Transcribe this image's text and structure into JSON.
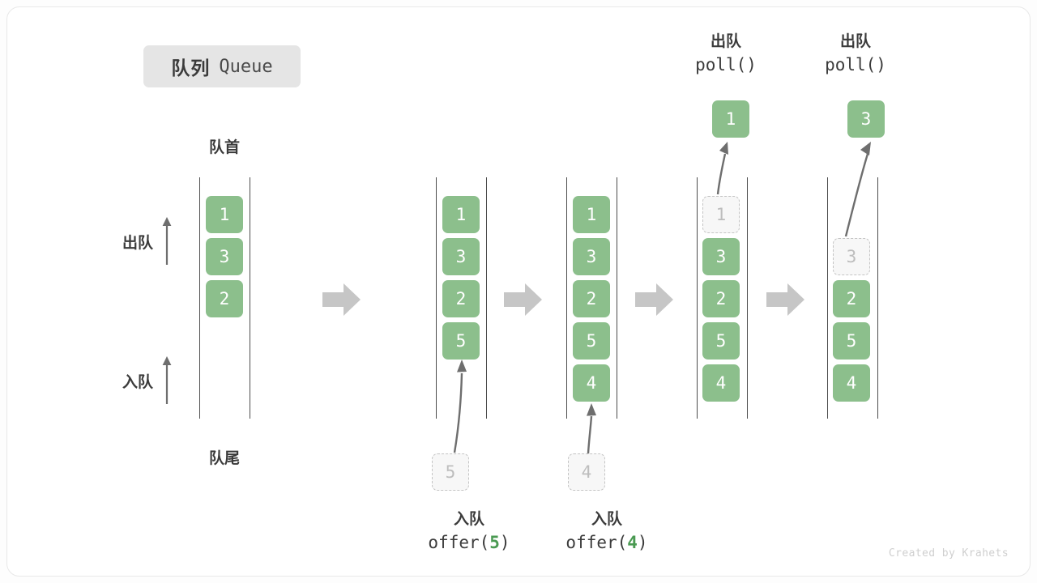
{
  "title": {
    "cn": "队列",
    "en": "Queue"
  },
  "labels": {
    "front": "队首",
    "rear": "队尾",
    "dequeue_side": "出队",
    "enqueue_side": "入队"
  },
  "colors": {
    "element_fill": "#8cbf8c",
    "element_text": "#ffffff",
    "ghost_fill": "#f7f7f7",
    "ghost_border": "#c4c4c4",
    "ghost_text": "#bdbdbd",
    "rail": "#4d4d4d",
    "step_arrow": "#c6c6c6",
    "accent_arg": "#4a9a52",
    "badge_bg": "#e5e5e5",
    "text": "#3b3b3b"
  },
  "stages": [
    {
      "name": "initial",
      "elements": [
        {
          "value": "1",
          "state": "solid"
        },
        {
          "value": "3",
          "state": "solid"
        },
        {
          "value": "2",
          "state": "solid"
        }
      ]
    },
    {
      "name": "after-offer-5",
      "elements": [
        {
          "value": "1",
          "state": "solid"
        },
        {
          "value": "3",
          "state": "solid"
        },
        {
          "value": "2",
          "state": "solid"
        },
        {
          "value": "5",
          "state": "solid"
        }
      ],
      "incoming": {
        "value": "5"
      },
      "caption": {
        "cn": "入队",
        "fn": "offer(",
        "arg": "5",
        "close": ")"
      }
    },
    {
      "name": "after-offer-4",
      "elements": [
        {
          "value": "1",
          "state": "solid"
        },
        {
          "value": "3",
          "state": "solid"
        },
        {
          "value": "2",
          "state": "solid"
        },
        {
          "value": "5",
          "state": "solid"
        },
        {
          "value": "4",
          "state": "solid"
        }
      ],
      "incoming": {
        "value": "4"
      },
      "caption": {
        "cn": "入队",
        "fn": "offer(",
        "arg": "4",
        "close": ")"
      }
    },
    {
      "name": "after-poll-1",
      "elements": [
        {
          "value": "1",
          "state": "ghost"
        },
        {
          "value": "3",
          "state": "solid"
        },
        {
          "value": "2",
          "state": "solid"
        },
        {
          "value": "5",
          "state": "solid"
        },
        {
          "value": "4",
          "state": "solid"
        }
      ],
      "outgoing": {
        "value": "1"
      },
      "caption": {
        "cn": "出队",
        "fn": "poll()"
      }
    },
    {
      "name": "after-poll-3",
      "elements": [
        {
          "value": "",
          "state": "empty"
        },
        {
          "value": "3",
          "state": "ghost"
        },
        {
          "value": "2",
          "state": "solid"
        },
        {
          "value": "5",
          "state": "solid"
        },
        {
          "value": "4",
          "state": "solid"
        }
      ],
      "outgoing": {
        "value": "3"
      },
      "caption": {
        "cn": "出队",
        "fn": "poll()"
      }
    }
  ],
  "watermark": "Created by Krahets"
}
